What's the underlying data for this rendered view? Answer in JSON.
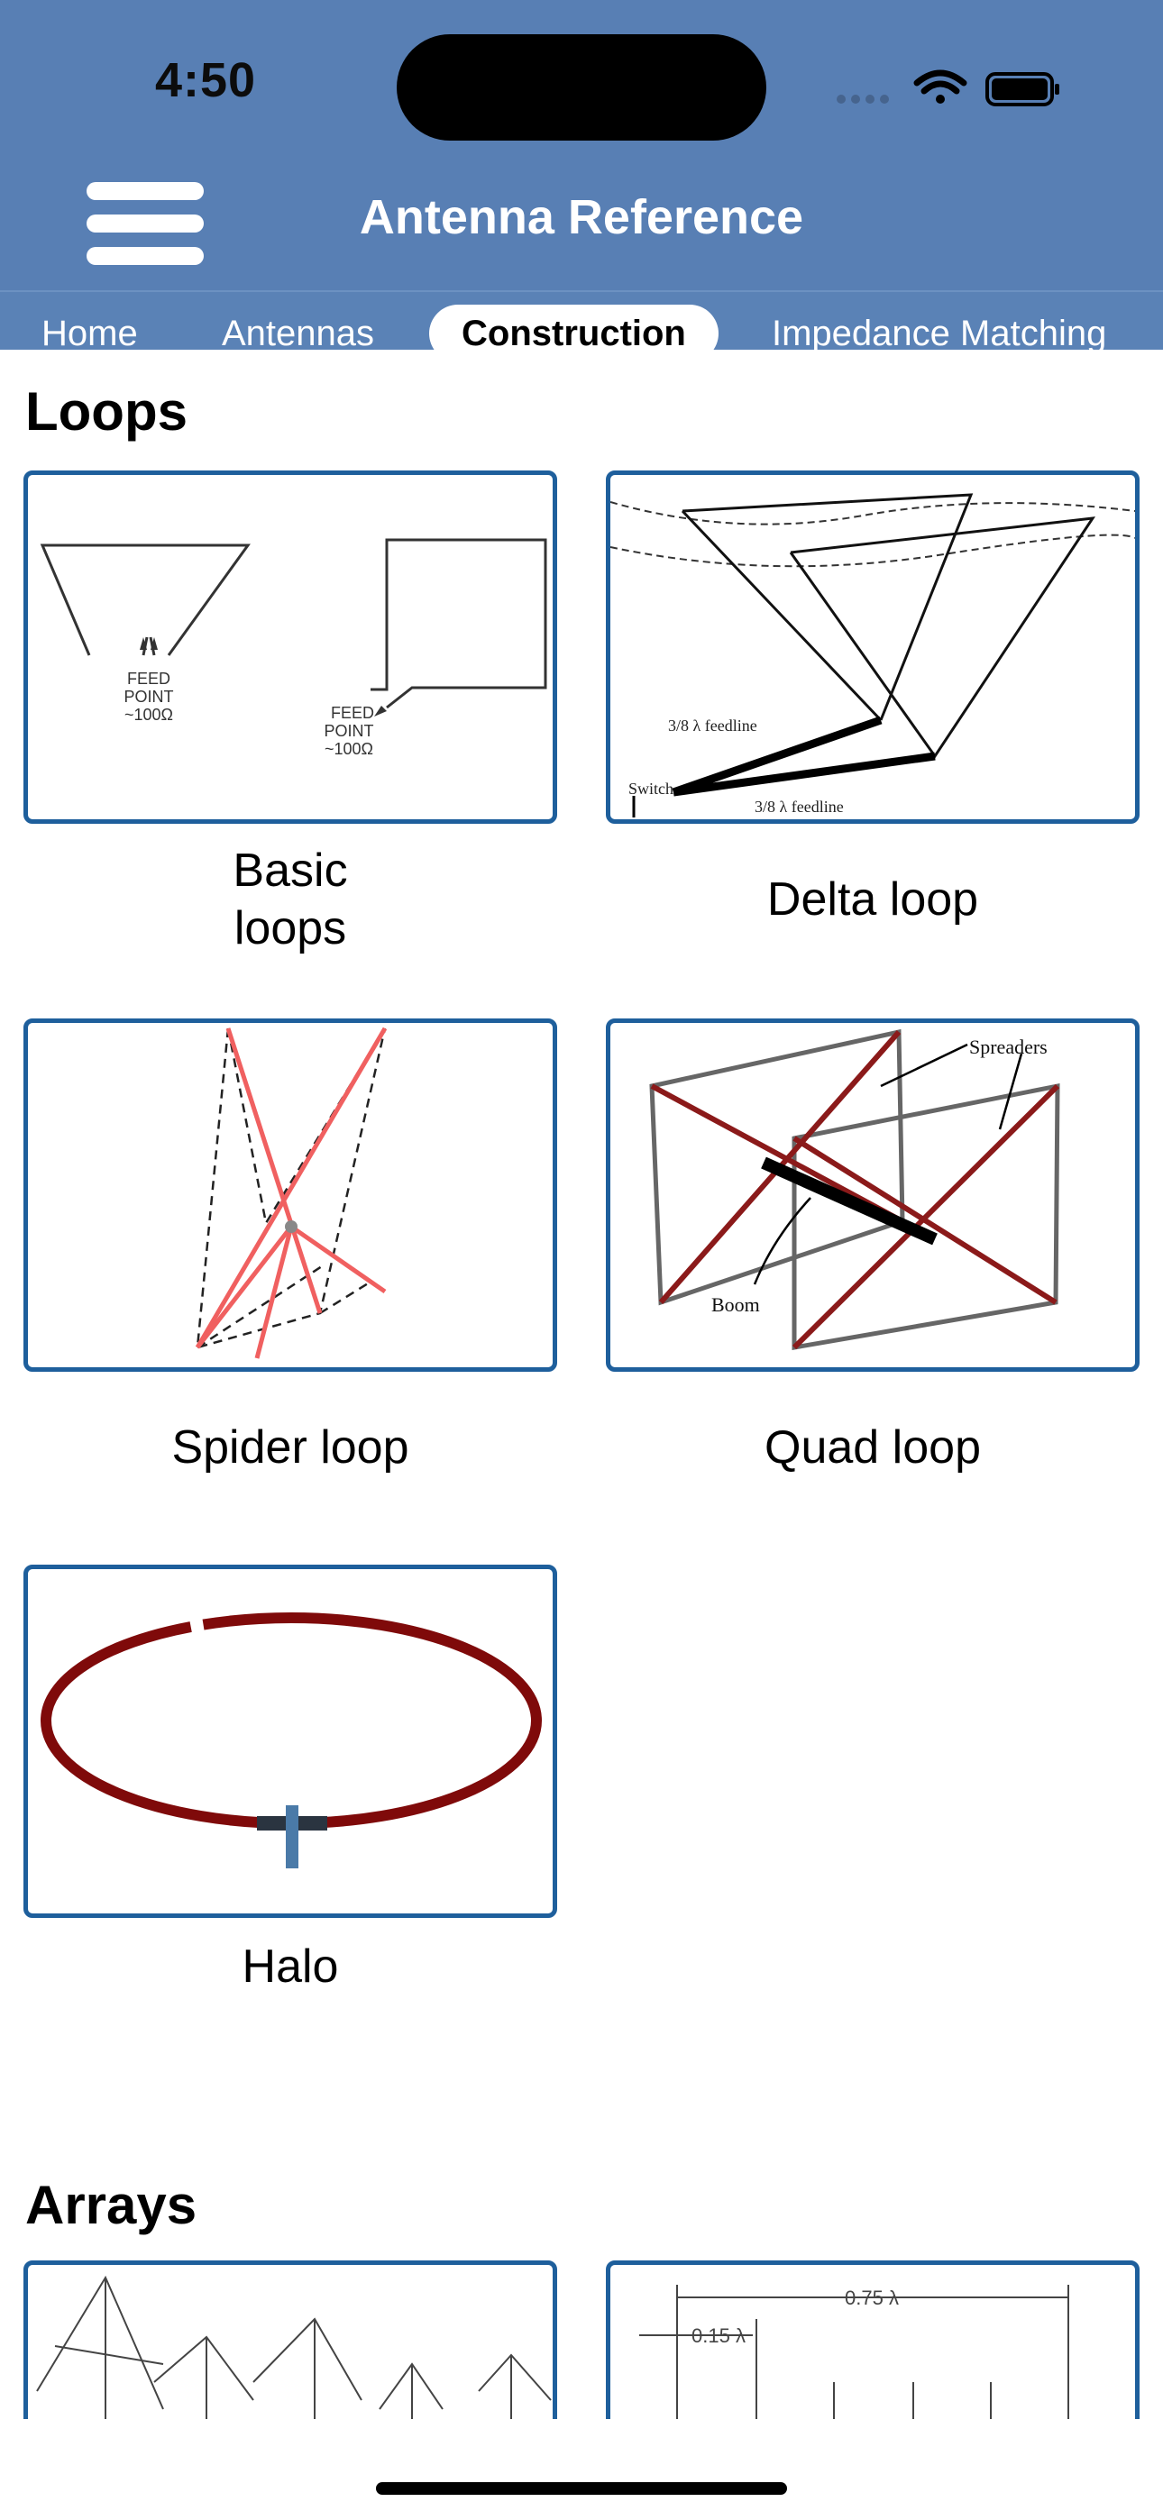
{
  "status_bar": {
    "time": "4:50"
  },
  "nav": {
    "title": "Antenna Reference"
  },
  "tabs": [
    {
      "label": "Home",
      "active": false
    },
    {
      "label": "Antennas",
      "active": false
    },
    {
      "label": "Construction",
      "active": true
    },
    {
      "label": "Impedance Matching",
      "active": false
    }
  ],
  "sections": {
    "loops": {
      "title": "Loops",
      "items": [
        {
          "caption": "Basic\nloops",
          "diagram_text": {
            "feed1": [
              "FEED",
              "POINT",
              "~100Ω"
            ],
            "feed2": [
              "FEED",
              "POINT",
              "~100Ω"
            ]
          }
        },
        {
          "caption": "Delta loop",
          "diagram_text": {
            "feed_a": "3/8 λ feedline",
            "switch": "Switch",
            "feed_b": "3/8 λ feedline"
          }
        },
        {
          "caption": "Spider loop"
        },
        {
          "caption": "Quad loop",
          "diagram_text": {
            "spreaders": "Spreaders",
            "boom": "Boom"
          }
        },
        {
          "caption": "Halo"
        }
      ]
    },
    "arrays": {
      "title": "Arrays",
      "items": [
        {
          "caption": ""
        },
        {
          "caption": "",
          "diagram_text": {
            "dim_total": "0.75 λ",
            "dim_spacing": "0.15 λ"
          }
        }
      ]
    }
  },
  "colors": {
    "header_bg": "#587fb4",
    "card_border": "#1e5f9c",
    "loop_red": "#7f0a0a",
    "spider_pink": "#f06060"
  }
}
